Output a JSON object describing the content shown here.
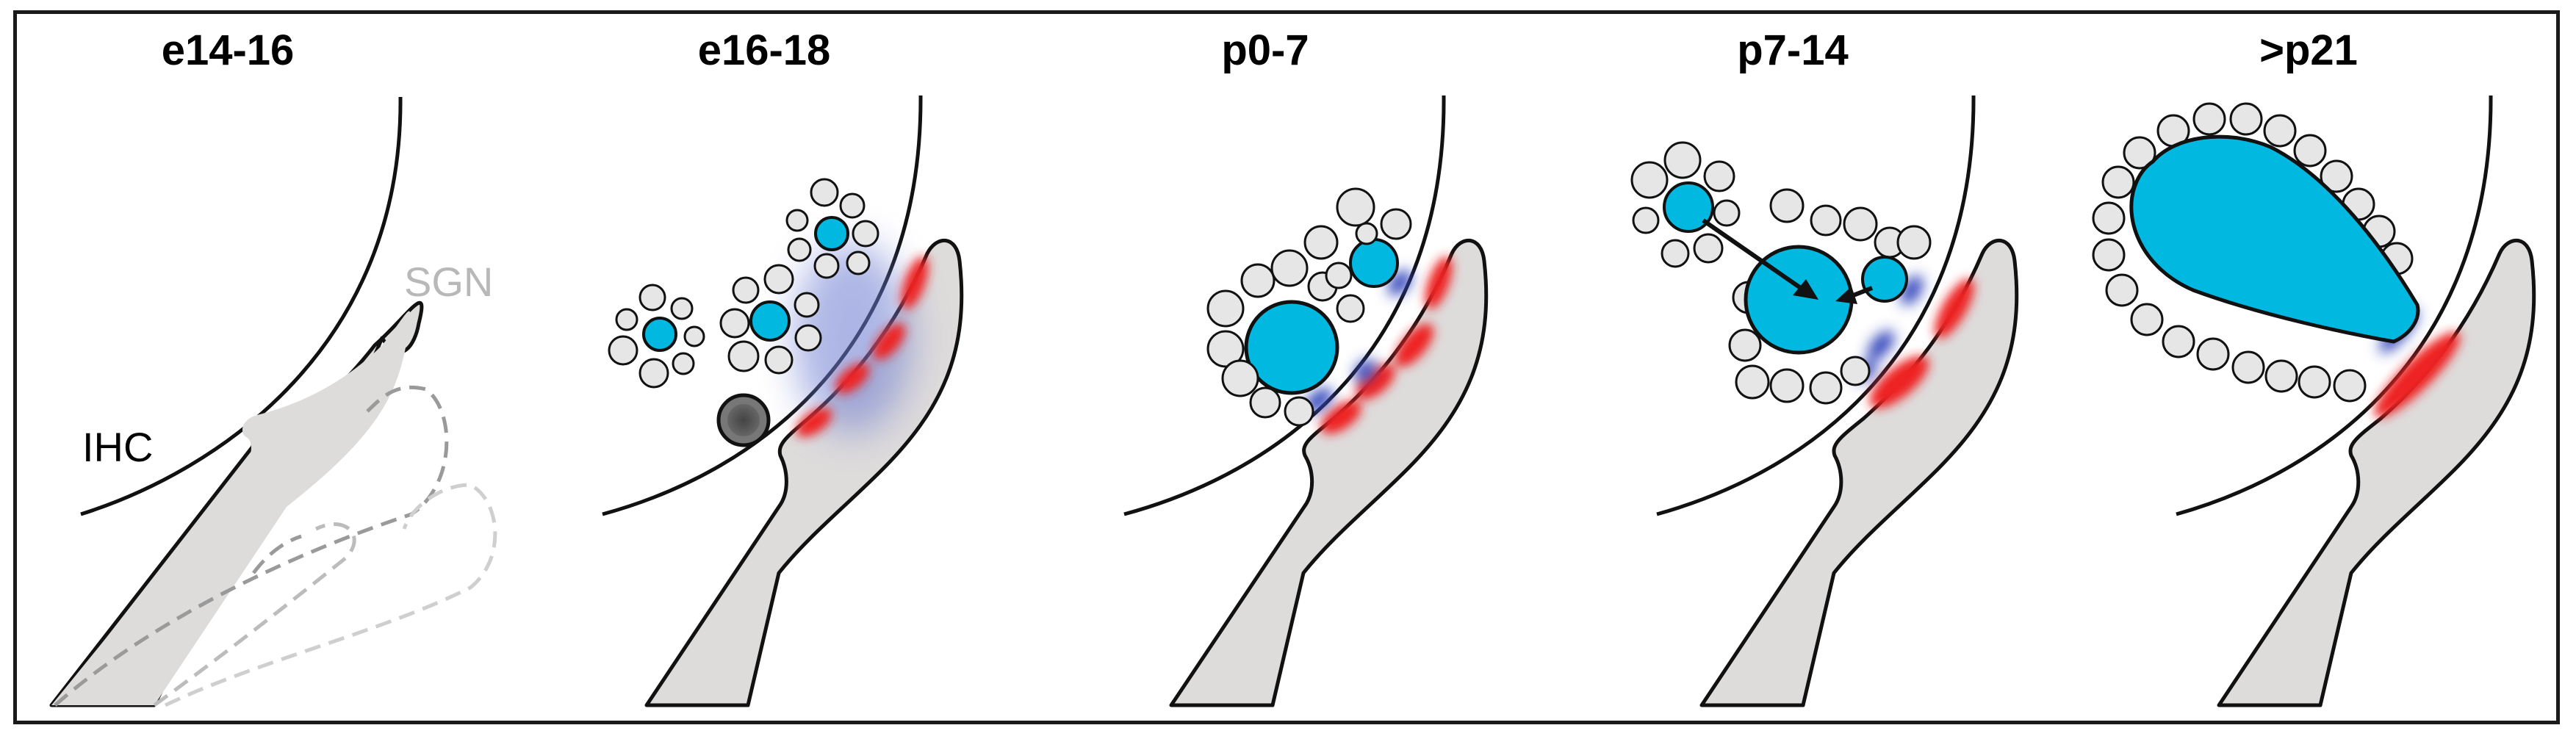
{
  "stages": [
    {
      "title": "e14-16"
    },
    {
      "title": "e16-18"
    },
    {
      "title": "p0-7"
    },
    {
      "title": "p7-14"
    },
    {
      "title": ">p21"
    }
  ],
  "labels": {
    "ihc": "IHC",
    "sgn": "SGN"
  },
  "colors": {
    "hair_cell_fill": "#dedbdb",
    "terminal_cyan": "#00b8e0",
    "vesicle_gray": "#e6e6e6",
    "ribbon_red": "#ee2222",
    "synapse_blue": "#3344bb",
    "outline": "#111111",
    "sgn_dashed": "#9a9a9a"
  }
}
